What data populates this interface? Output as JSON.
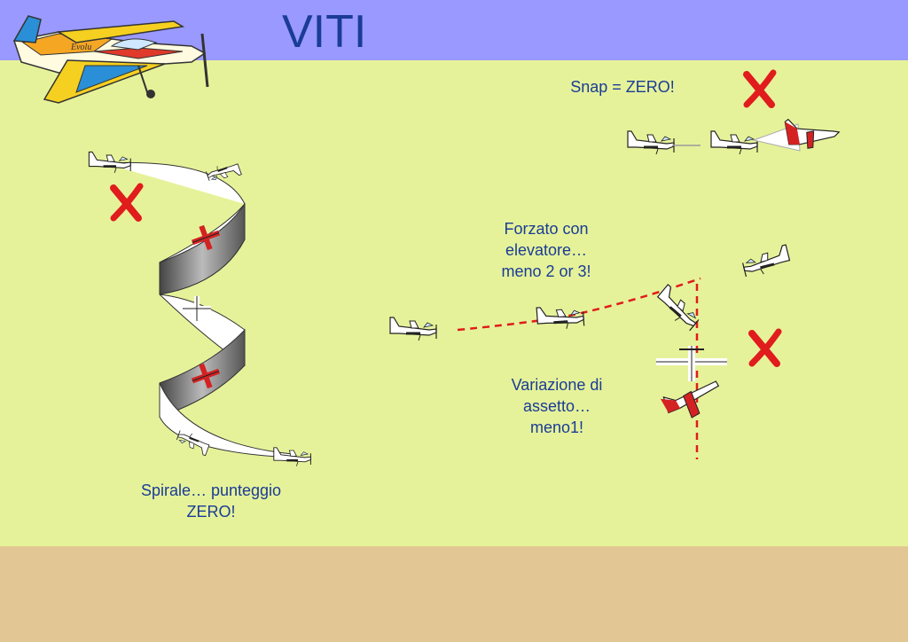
{
  "colors": {
    "header_band": "#9999ff",
    "field": "#e6f29a",
    "ground": "#e2c794",
    "title_text": "#1a3c96",
    "label_text": "#1a3c96",
    "cross_mark": "#e01c1c",
    "dashed_path": "#e01c1c",
    "plane_body": "#ffffff",
    "plane_accent": "#d42222",
    "plane_outline": "#222222"
  },
  "title": "VITI",
  "labels": {
    "snap": "Snap = ZERO!",
    "forzato": "Forzato con\nelevatore…\nmeno 2 or 3!",
    "variazione": "Variazione di\nassetto…\nmeno1!",
    "spirale": "Spirale… punteggio\nZERO!"
  },
  "icons": {
    "logo": "aerobatic-plane-icon",
    "cross": "red-cross-icon",
    "plane": "small-plane-icon"
  }
}
